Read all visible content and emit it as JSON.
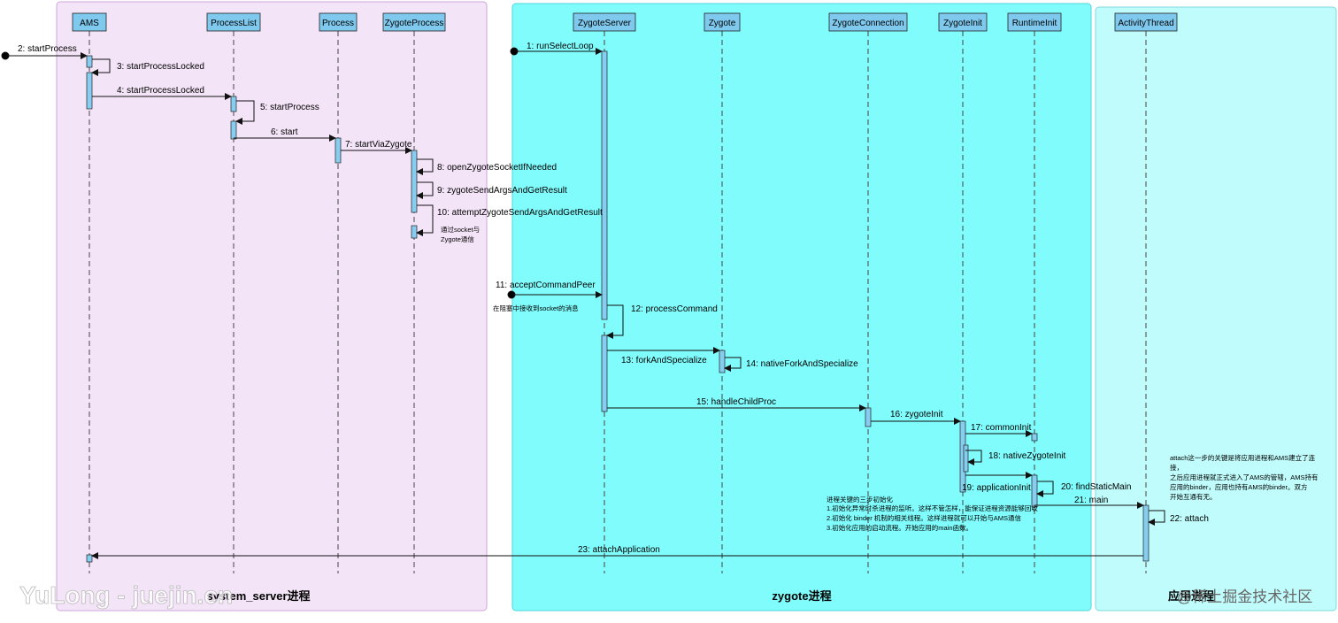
{
  "regions": [
    {
      "label": "system_server进程",
      "fill": "#f3e4f7",
      "stroke": "#cfa6dc"
    },
    {
      "label": "zygote进程",
      "fill": "#80fcfc",
      "stroke": "#4fd6dc"
    },
    {
      "label": "应用进程",
      "fill": "#c0fcfc",
      "stroke": "#7fdadf"
    }
  ],
  "lifelines": [
    "AMS",
    "ProcessList",
    "Process",
    "ZygoteProcess",
    "ZygoteServer",
    "Zygote",
    "ZygoteConnection",
    "ZygoteInit",
    "RuntimeInit",
    "ActivityThread"
  ],
  "messages": [
    "1: runSelectLoop",
    "2: startProcess",
    "3: startProcessLocked",
    "4: startProcessLocked",
    "5: startProcess",
    "6: start",
    "7: startViaZygote",
    "8: openZygoteSocketIfNeeded",
    "9: zygoteSendArgsAndGetResult",
    "10: attemptZygoteSendArgsAndGetResult",
    "11: acceptCommandPeer",
    "12: processCommand",
    "13: forkAndSpecialize",
    "14: nativeForkAndSpecialize",
    "15: handleChildProc",
    "16: zygoteInit",
    "17: commonInit",
    "18: nativeZygoteInit",
    "19: applicationInit",
    "20: findStaticMain",
    "21: main",
    "22: attach",
    "23: attachApplication"
  ],
  "notes": {
    "socket": [
      "通过socket与",
      "Zygote通信"
    ],
    "accept": "在阻塞中接收到socket的消息",
    "zygoteinit": [
      "进程关键的三步初始化",
      "1.初始化异常时杀进程的监听。这样不管怎样，能保证进程资源能够回收",
      "2.初始化 binder 机制的相关线程。这样进程就可以开始与AMS通信",
      "3.初始化应用的启动流程。开始应用的main函数。"
    ],
    "attach": [
      "attach这一步的关键是将应用进程和AMS建立了连",
      "接，",
      "之后应用进程就正式进入了AMS的管辖，AMS持有",
      "应用的binder，应用也持有AMS的binder。双方",
      "开始互通有无。"
    ]
  },
  "watermark_left": "YuLong - juejin.cn",
  "watermark_right": "@稀土掘金技术社区",
  "colors": {
    "head_fill": "#7fc9ee",
    "activation_fill": "#86cdf0",
    "line": "#222222"
  }
}
